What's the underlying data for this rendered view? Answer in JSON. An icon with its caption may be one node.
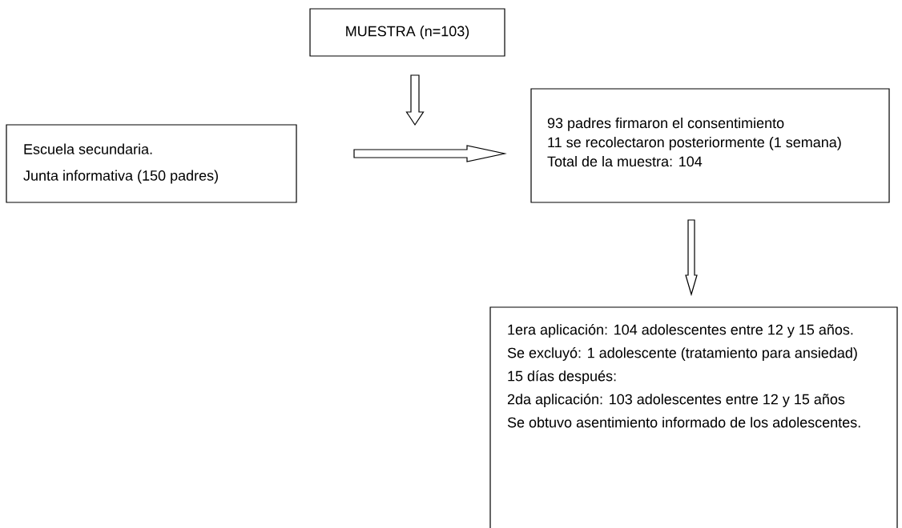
{
  "diagram": {
    "nodes": [
      {
        "text": [
          "MUESTRA (n=103)"
        ]
      },
      {
        "text": [
          "Escuela secundaria.",
          "Junta informativa (150 padres)"
        ]
      },
      {
        "text": [
          "93 padres firmaron el consentimiento",
          "11 se recolectaron posteriormente (1 semana)",
          "Total de la muestra: 104"
        ]
      },
      {
        "text": [
          "1era aplicación: 104 adolescentes entre 12 y 15 años.",
          "Se excluyó: 1 adolescente (tratamiento para ansiedad)",
          "15 días después:",
          "2da aplicación: 103 adolescentes entre 12 y 15 años",
          "Se obtuvo asentimiento informado de los adolescentes."
        ]
      }
    ],
    "edges": [
      {
        "from": 0,
        "to": null,
        "arrow": "to"
      },
      {
        "from": 1,
        "to": 2,
        "arrow": "to"
      },
      {
        "from": 2,
        "to": 3,
        "arrow": "to"
      }
    ]
  }
}
